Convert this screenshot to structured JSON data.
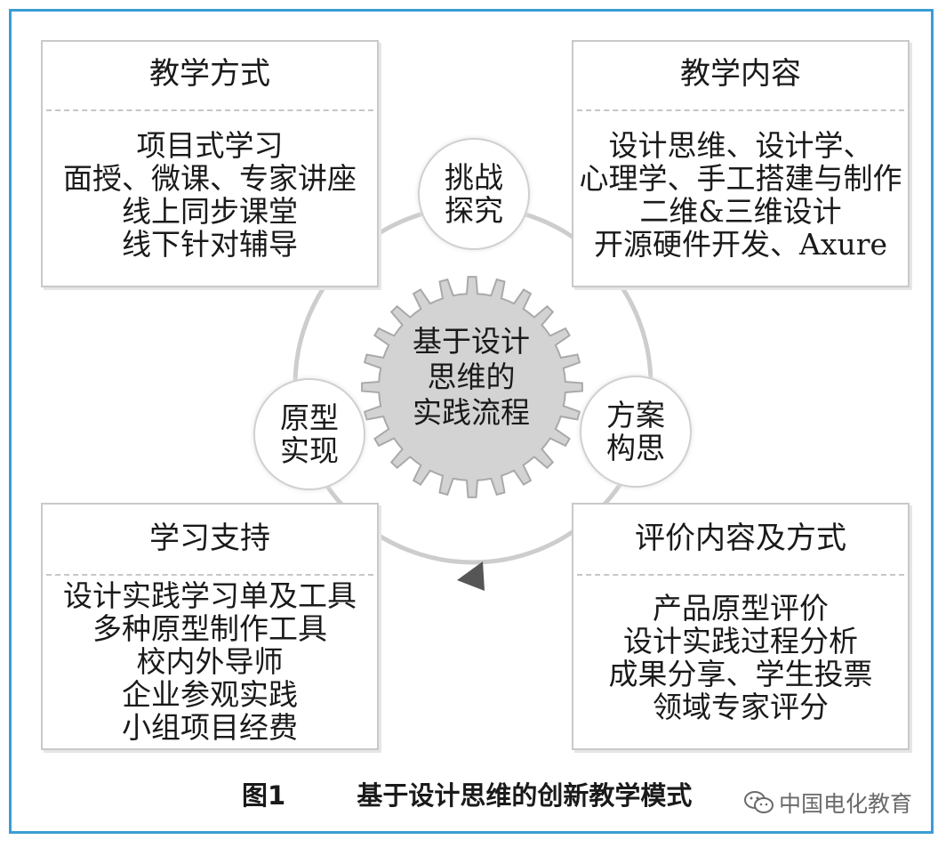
{
  "diagram": {
    "center": {
      "lines": [
        "基于设计",
        "思维的",
        "实践流程"
      ]
    },
    "stages": {
      "top": [
        "挑战",
        "探究"
      ],
      "right": [
        "方案",
        "构思"
      ],
      "left": [
        "原型",
        "实现"
      ]
    },
    "boxes": {
      "top_left": {
        "title": "教学方式",
        "items": [
          "项目式学习",
          "面授、微课、专家讲座",
          "线上同步课堂",
          "线下针对辅导"
        ]
      },
      "top_right": {
        "title": "教学内容",
        "items": [
          "设计思维、设计学、",
          "心理学、手工搭建与制作",
          "二维&三维设计",
          "开源硬件开发、Axure"
        ]
      },
      "bottom_left": {
        "title": "学习支持",
        "items": [
          "设计实践学习单及工具",
          "多种原型制作工具",
          "校内外导师",
          "企业参观实践",
          "小组项目经费"
        ]
      },
      "bottom_right": {
        "title": "评价内容及方式",
        "items": [
          "产品原型评价",
          "设计实践过程分析",
          "成果分享、学生投票",
          "领域专家评分"
        ]
      }
    }
  },
  "caption": {
    "figure": "图1",
    "title": "基于设计思维的创新教学模式"
  },
  "watermark": {
    "text": "中国电化教育",
    "icon": "wechat-icon"
  },
  "colors": {
    "frame": "#3a9dd6",
    "gear": "#d2d2d2",
    "cycle": "#c8c8c8",
    "arrow": "#555555"
  }
}
